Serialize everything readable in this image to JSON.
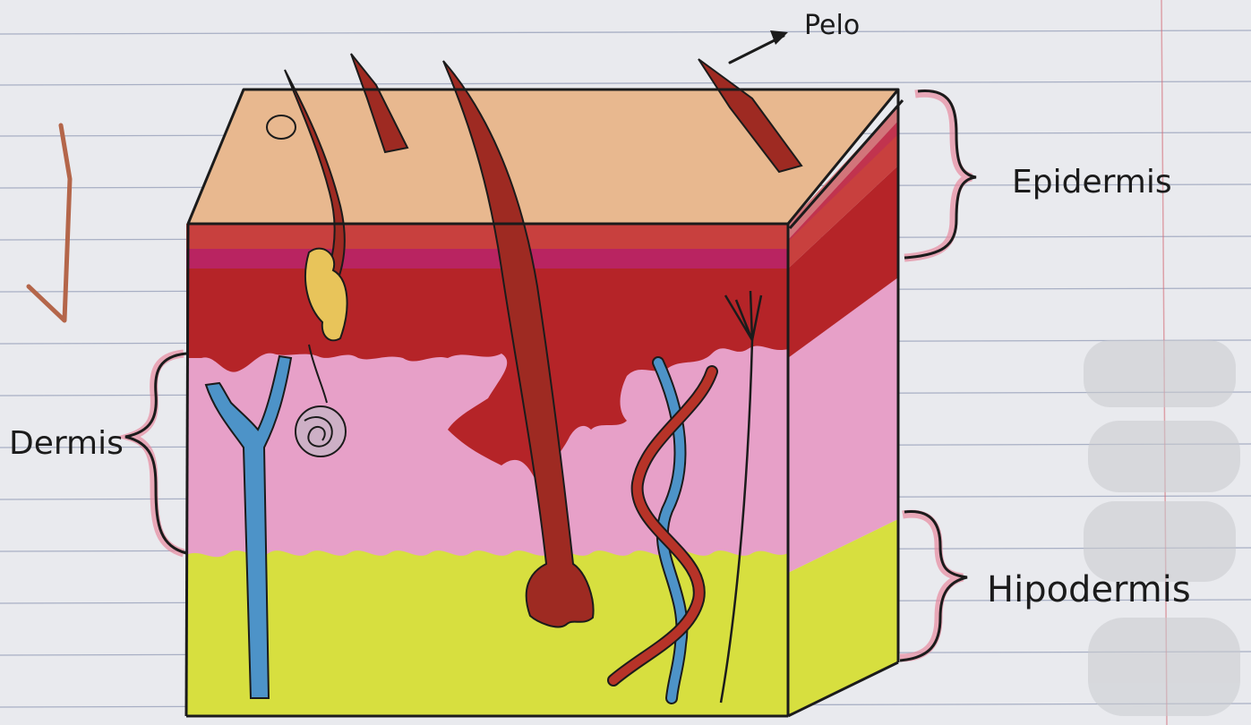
{
  "labels": {
    "pelo": "Pelo",
    "epidermis": "Epidermis",
    "dermis": "Dermis",
    "hipodermis": "Hipodermis"
  },
  "colors": {
    "paper": "#e9eaee",
    "ruled_line": "#8d97b3",
    "margin_line": "#d4707a",
    "surface": "#e8b88f",
    "epidermis_stripe": "#c8403e",
    "magenta_layer": "#b92461",
    "dermis_red": "#b52428",
    "dermis_pink": "#e7a0c8",
    "hipodermis_yellow": "#d7df3f",
    "hair": "#9e2a22",
    "vein": "#4d93c8",
    "artery": "#b73328",
    "outline": "#1b1b1b",
    "brace_pink": "#e78aa0",
    "check": "#b4664a"
  },
  "icons": [
    "checkmark-icon",
    "arrow-icon"
  ]
}
